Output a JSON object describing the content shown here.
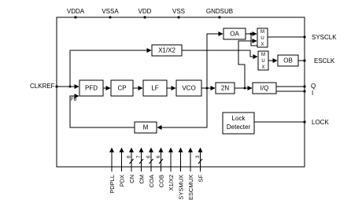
{
  "supply_pins": [
    "VDDA",
    "VSSA",
    "VDD",
    "VSS",
    "GNDSUB"
  ],
  "blocks": {
    "pfd": "PFD",
    "cp": "CP",
    "lf": "LF",
    "vco": "VCO",
    "m": "M",
    "n2": "2N",
    "iq": "I/Q",
    "oa": "OA",
    "ob": "OB",
    "x1x2": "X1/X2",
    "lock_detector_line1": "Lock",
    "lock_detector_line2": "Detecter",
    "mux_letters": [
      "M",
      "U",
      "X"
    ]
  },
  "inputs": {
    "clkref": "CLKREF",
    "fb": "FB"
  },
  "outputs": {
    "sysclk": "SYSCLK",
    "esclk": "ESCLK",
    "q": "Q",
    "i": "I",
    "lock": "LOCK"
  },
  "control_pins": [
    {
      "name": "PDPLL",
      "bus": ""
    },
    {
      "name": "PDX",
      "bus": ""
    },
    {
      "name": "CN",
      "bus": "6"
    },
    {
      "name": "CM",
      "bus": "7"
    },
    {
      "name": "COA",
      "bus": "6"
    },
    {
      "name": "COB",
      "bus": "6"
    },
    {
      "name": "X1/X2",
      "bus": ""
    },
    {
      "name": "SYSMUX",
      "bus": ""
    },
    {
      "name": "ESCMUX",
      "bus": ""
    },
    {
      "name": "SF",
      "bus": "3"
    }
  ]
}
